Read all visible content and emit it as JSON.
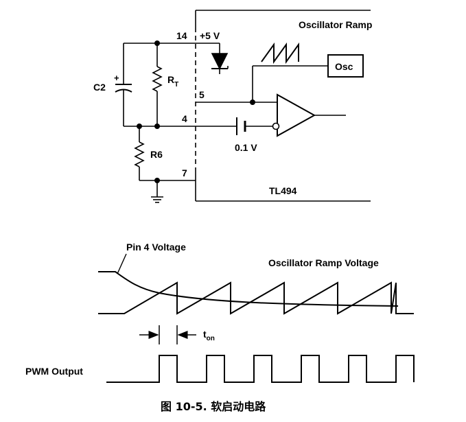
{
  "schematic": {
    "title": "Oscillator Ramp",
    "chip": "TL494",
    "osc": "Osc",
    "supply": "+5 V",
    "cap": "C2",
    "cap_plus": "+",
    "rt_main": "R",
    "rt_sub": "T",
    "r6": "R6",
    "bias": "0.1 V",
    "pins": {
      "p14": "14",
      "p5": "5",
      "p4": "4",
      "p7": "7"
    }
  },
  "waveform": {
    "pin4_label": "Pin 4 Voltage",
    "ramp_label": "Oscillator Ramp Voltage",
    "ton_main": "t",
    "ton_sub": "on",
    "pwm_label": "PWM Output",
    "pulse_count": 6,
    "ramp_cycles": 6
  },
  "caption": "图 10-5. 软启动电路"
}
